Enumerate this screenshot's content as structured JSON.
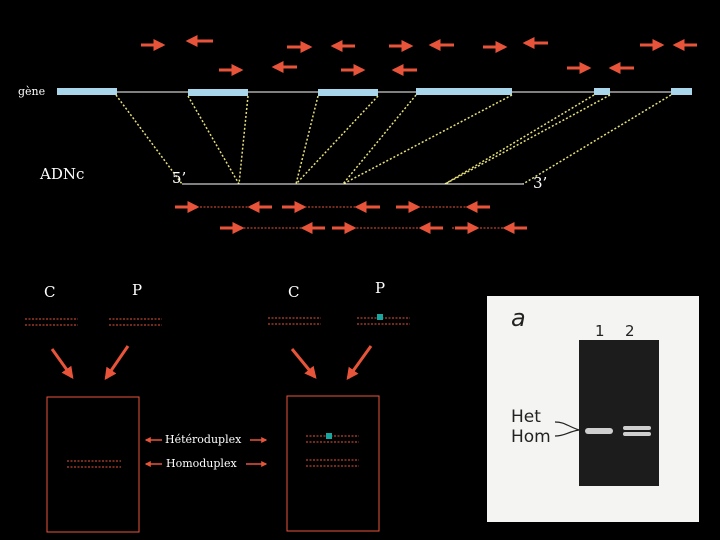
{
  "labels": {
    "gene": "gène",
    "cdna": "ADNc",
    "five_prime": "5’",
    "three_prime": "3’",
    "control_left": "C",
    "patient_left": "P",
    "control_right": "C",
    "patient_right": "P",
    "heteroduplex": "Hétéroduplex",
    "homoduplex": "Homoduplex"
  },
  "gel_photo": {
    "panel_letter": "a",
    "lane_1": "1",
    "lane_2": "2",
    "het": "Het",
    "hom": "Hom"
  },
  "colors": {
    "background": "#000000",
    "arrow": "#e8543a",
    "exon": "#a9d6ea",
    "dotted_line": "#e6e07a",
    "mismatch": "#1aa6a0",
    "text": "#ffffff",
    "box_border": "#e8543a"
  }
}
